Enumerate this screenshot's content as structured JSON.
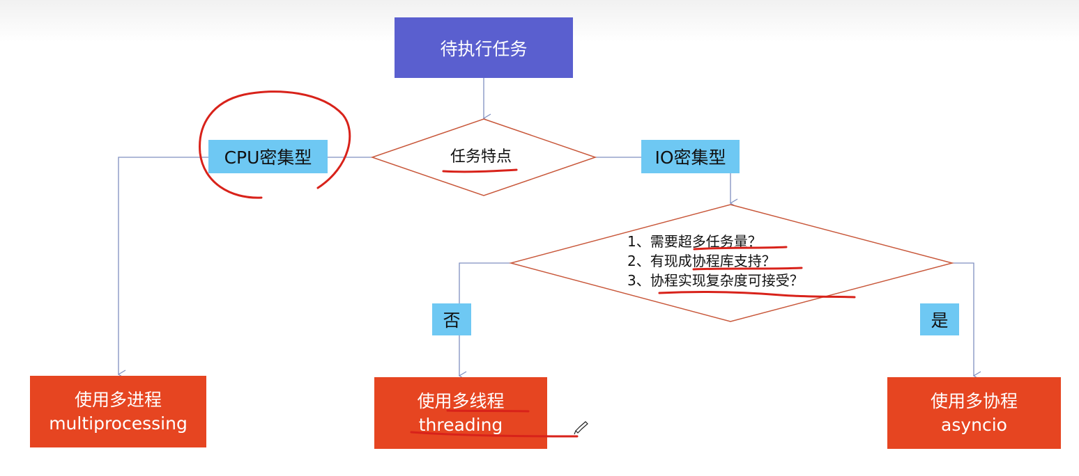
{
  "diagram": {
    "start": {
      "label": "待执行任务"
    },
    "decision_task": {
      "label": "任务特点"
    },
    "branch_cpu": {
      "label": "CPU密集型"
    },
    "branch_io": {
      "label": "IO密集型"
    },
    "decision_io": {
      "lines": [
        "1、需要超多任务量？",
        "2、有现成协程库支持？",
        "3、协程实现复杂度可接受？"
      ]
    },
    "branch_no": {
      "label": "否"
    },
    "branch_yes": {
      "label": "是"
    },
    "results": [
      {
        "line1": "使用多进程",
        "line2": "multiprocessing"
      },
      {
        "line1": "使用多线程",
        "line2": "threading"
      },
      {
        "line1": "使用多协程",
        "line2": "asyncio"
      }
    ]
  },
  "colors": {
    "start_fill": "#5a5fcf",
    "result_fill": "#e64521",
    "label_fill": "#6ec8f3",
    "connector": "#7f8fc0",
    "diamond_stroke": "#c8573a",
    "annotation_red": "#d8221a"
  }
}
